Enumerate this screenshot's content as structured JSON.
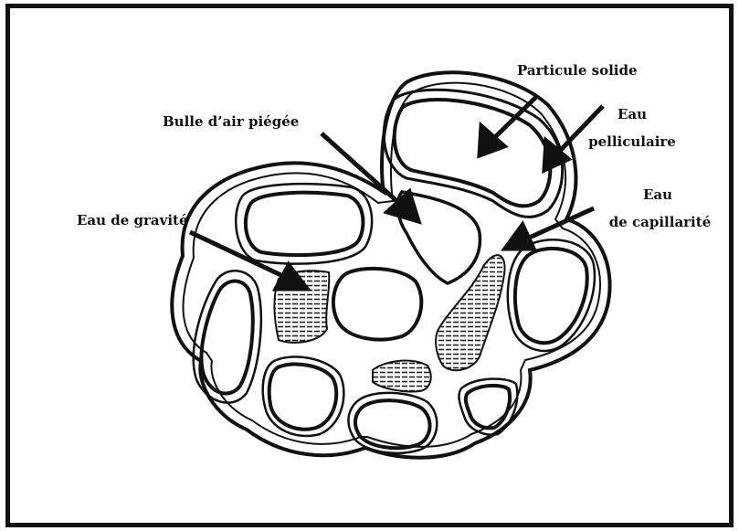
{
  "diagram": {
    "labels": {
      "solid_particle": "Particule solide",
      "film_water_1": "Eau",
      "film_water_2": "pelliculaire",
      "trapped_air": "Bulle d’air piégée",
      "gravity_water": "Eau de gravité",
      "capillary_water_1": "Eau",
      "capillary_water_2": "de capillarité"
    },
    "colors": {
      "ink": "#111111",
      "background": "#ffffff",
      "hatch": "#222222"
    }
  }
}
